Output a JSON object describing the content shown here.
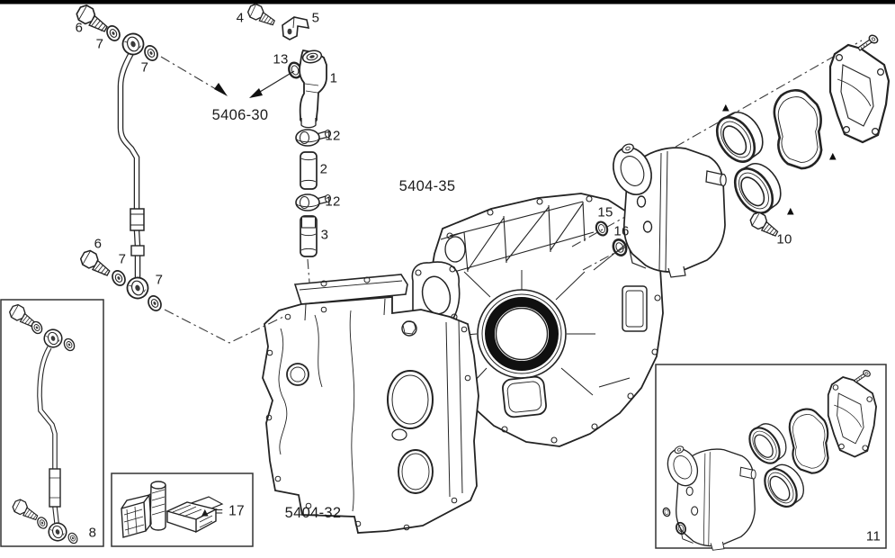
{
  "colors": {
    "background": "#ffffff",
    "line": "#232323"
  },
  "group_labels": [
    {
      "text": "5406-30"
    },
    {
      "text": "5404-35"
    },
    {
      "text": "5404-32"
    }
  ],
  "callouts": [
    "6",
    "7",
    "7",
    "4",
    "5",
    "13",
    "1",
    "12",
    "2",
    "12",
    "3",
    "6",
    "7",
    "7",
    "15",
    "16",
    "10",
    "8",
    "11"
  ],
  "legend": {
    "symbol": "▲",
    "equals": "=",
    "ref": "17"
  },
  "markers": [
    "▲",
    "▲",
    "▲"
  ]
}
